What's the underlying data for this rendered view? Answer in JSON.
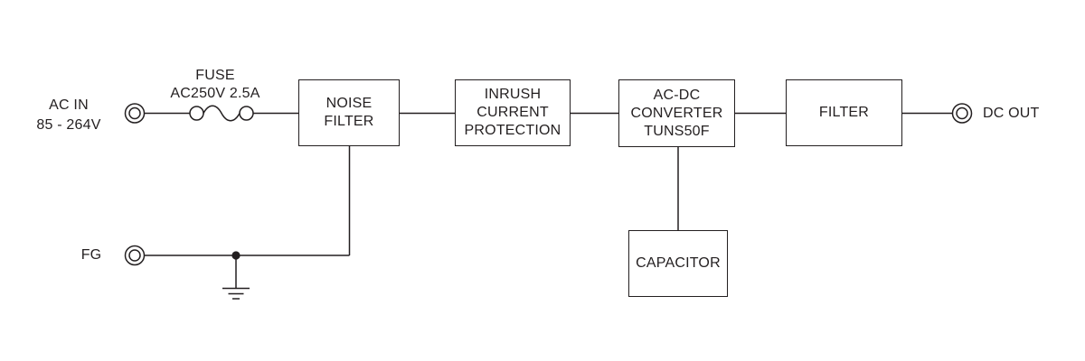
{
  "diagram": {
    "type": "power-supply-block-diagram",
    "colors": {
      "background": "#ffffff",
      "line": "#231f20",
      "text": "#231f20"
    },
    "labels": {
      "ac_in": {
        "lines": [
          "AC IN",
          "85 - 264V"
        ]
      },
      "fuse": {
        "lines": [
          "FUSE",
          "AC250V 2.5A"
        ]
      },
      "fg": "FG",
      "dc_out": "DC OUT"
    },
    "blocks": {
      "noise_filter": {
        "lines": [
          "NOISE",
          "FILTER"
        ]
      },
      "inrush": {
        "lines": [
          "INRUSH",
          "CURRENT",
          "PROTECTION"
        ]
      },
      "converter": {
        "lines": [
          "AC-DC",
          "CONVERTER",
          "TUNS50F"
        ]
      },
      "filter": {
        "lines": [
          "FILTER"
        ]
      },
      "capacitor": {
        "lines": [
          "CAPACITOR"
        ]
      }
    },
    "symbols": {
      "ac_in_terminal": "double-circle-terminal",
      "dc_out_terminal": "double-circle-terminal",
      "fg_terminal": "double-circle-terminal",
      "fuse": "circle-wave-circle-fuse",
      "ground": "earth-ground",
      "junction": "filled-dot"
    }
  }
}
